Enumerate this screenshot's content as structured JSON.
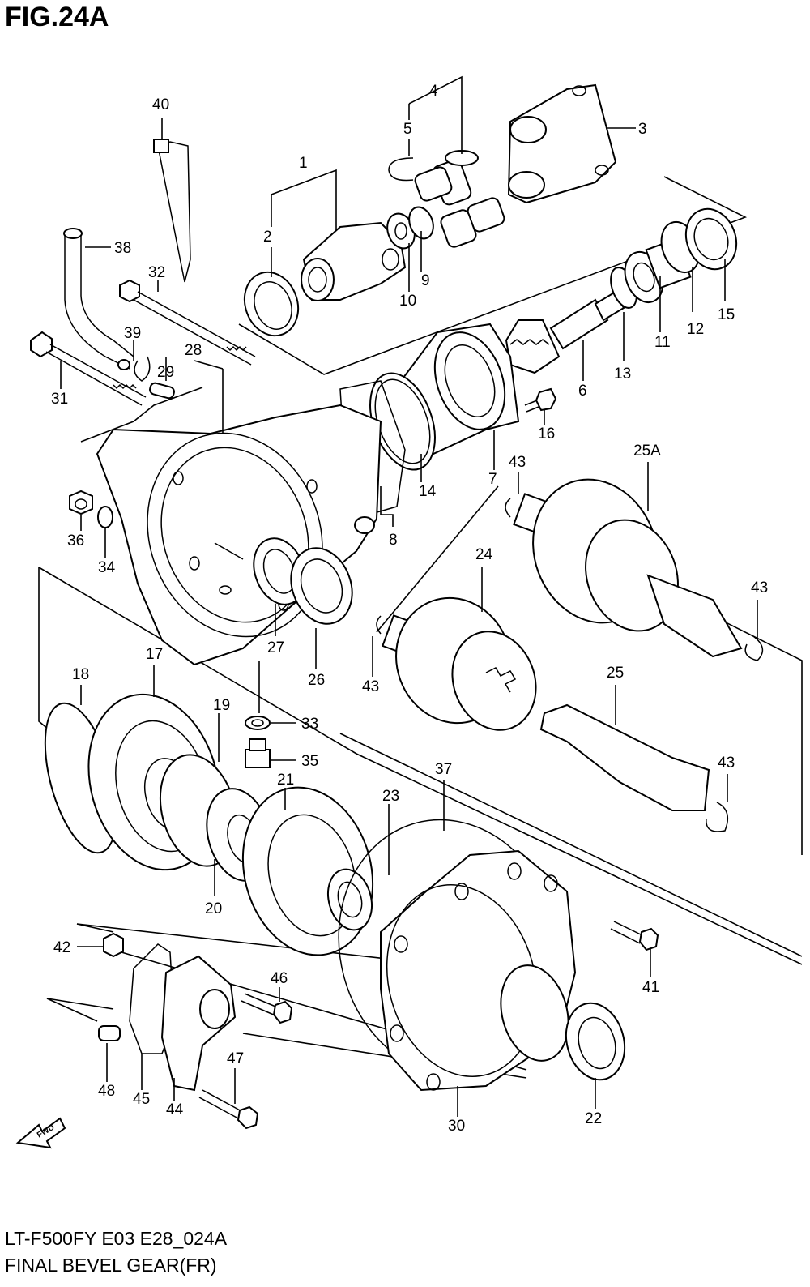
{
  "figure": {
    "title": "FIG.24A",
    "model_code": "LT-F500FY E03 E28_024A",
    "section_name": "FINAL BEVEL GEAR(FR)"
  },
  "fwd_label": "FWD",
  "callouts": [
    "1",
    "2",
    "3",
    "4",
    "5",
    "6",
    "7",
    "8",
    "9",
    "10",
    "11",
    "12",
    "13",
    "14",
    "15",
    "16",
    "17",
    "18",
    "19",
    "20",
    "21",
    "22",
    "23",
    "24",
    "25",
    "25A",
    "26",
    "27",
    "28",
    "29",
    "30",
    "31",
    "32",
    "33",
    "34",
    "35",
    "36",
    "37",
    "38",
    "39",
    "40",
    "41",
    "42",
    "43",
    "43",
    "43",
    "43",
    "44",
    "45",
    "46",
    "47",
    "48"
  ]
}
